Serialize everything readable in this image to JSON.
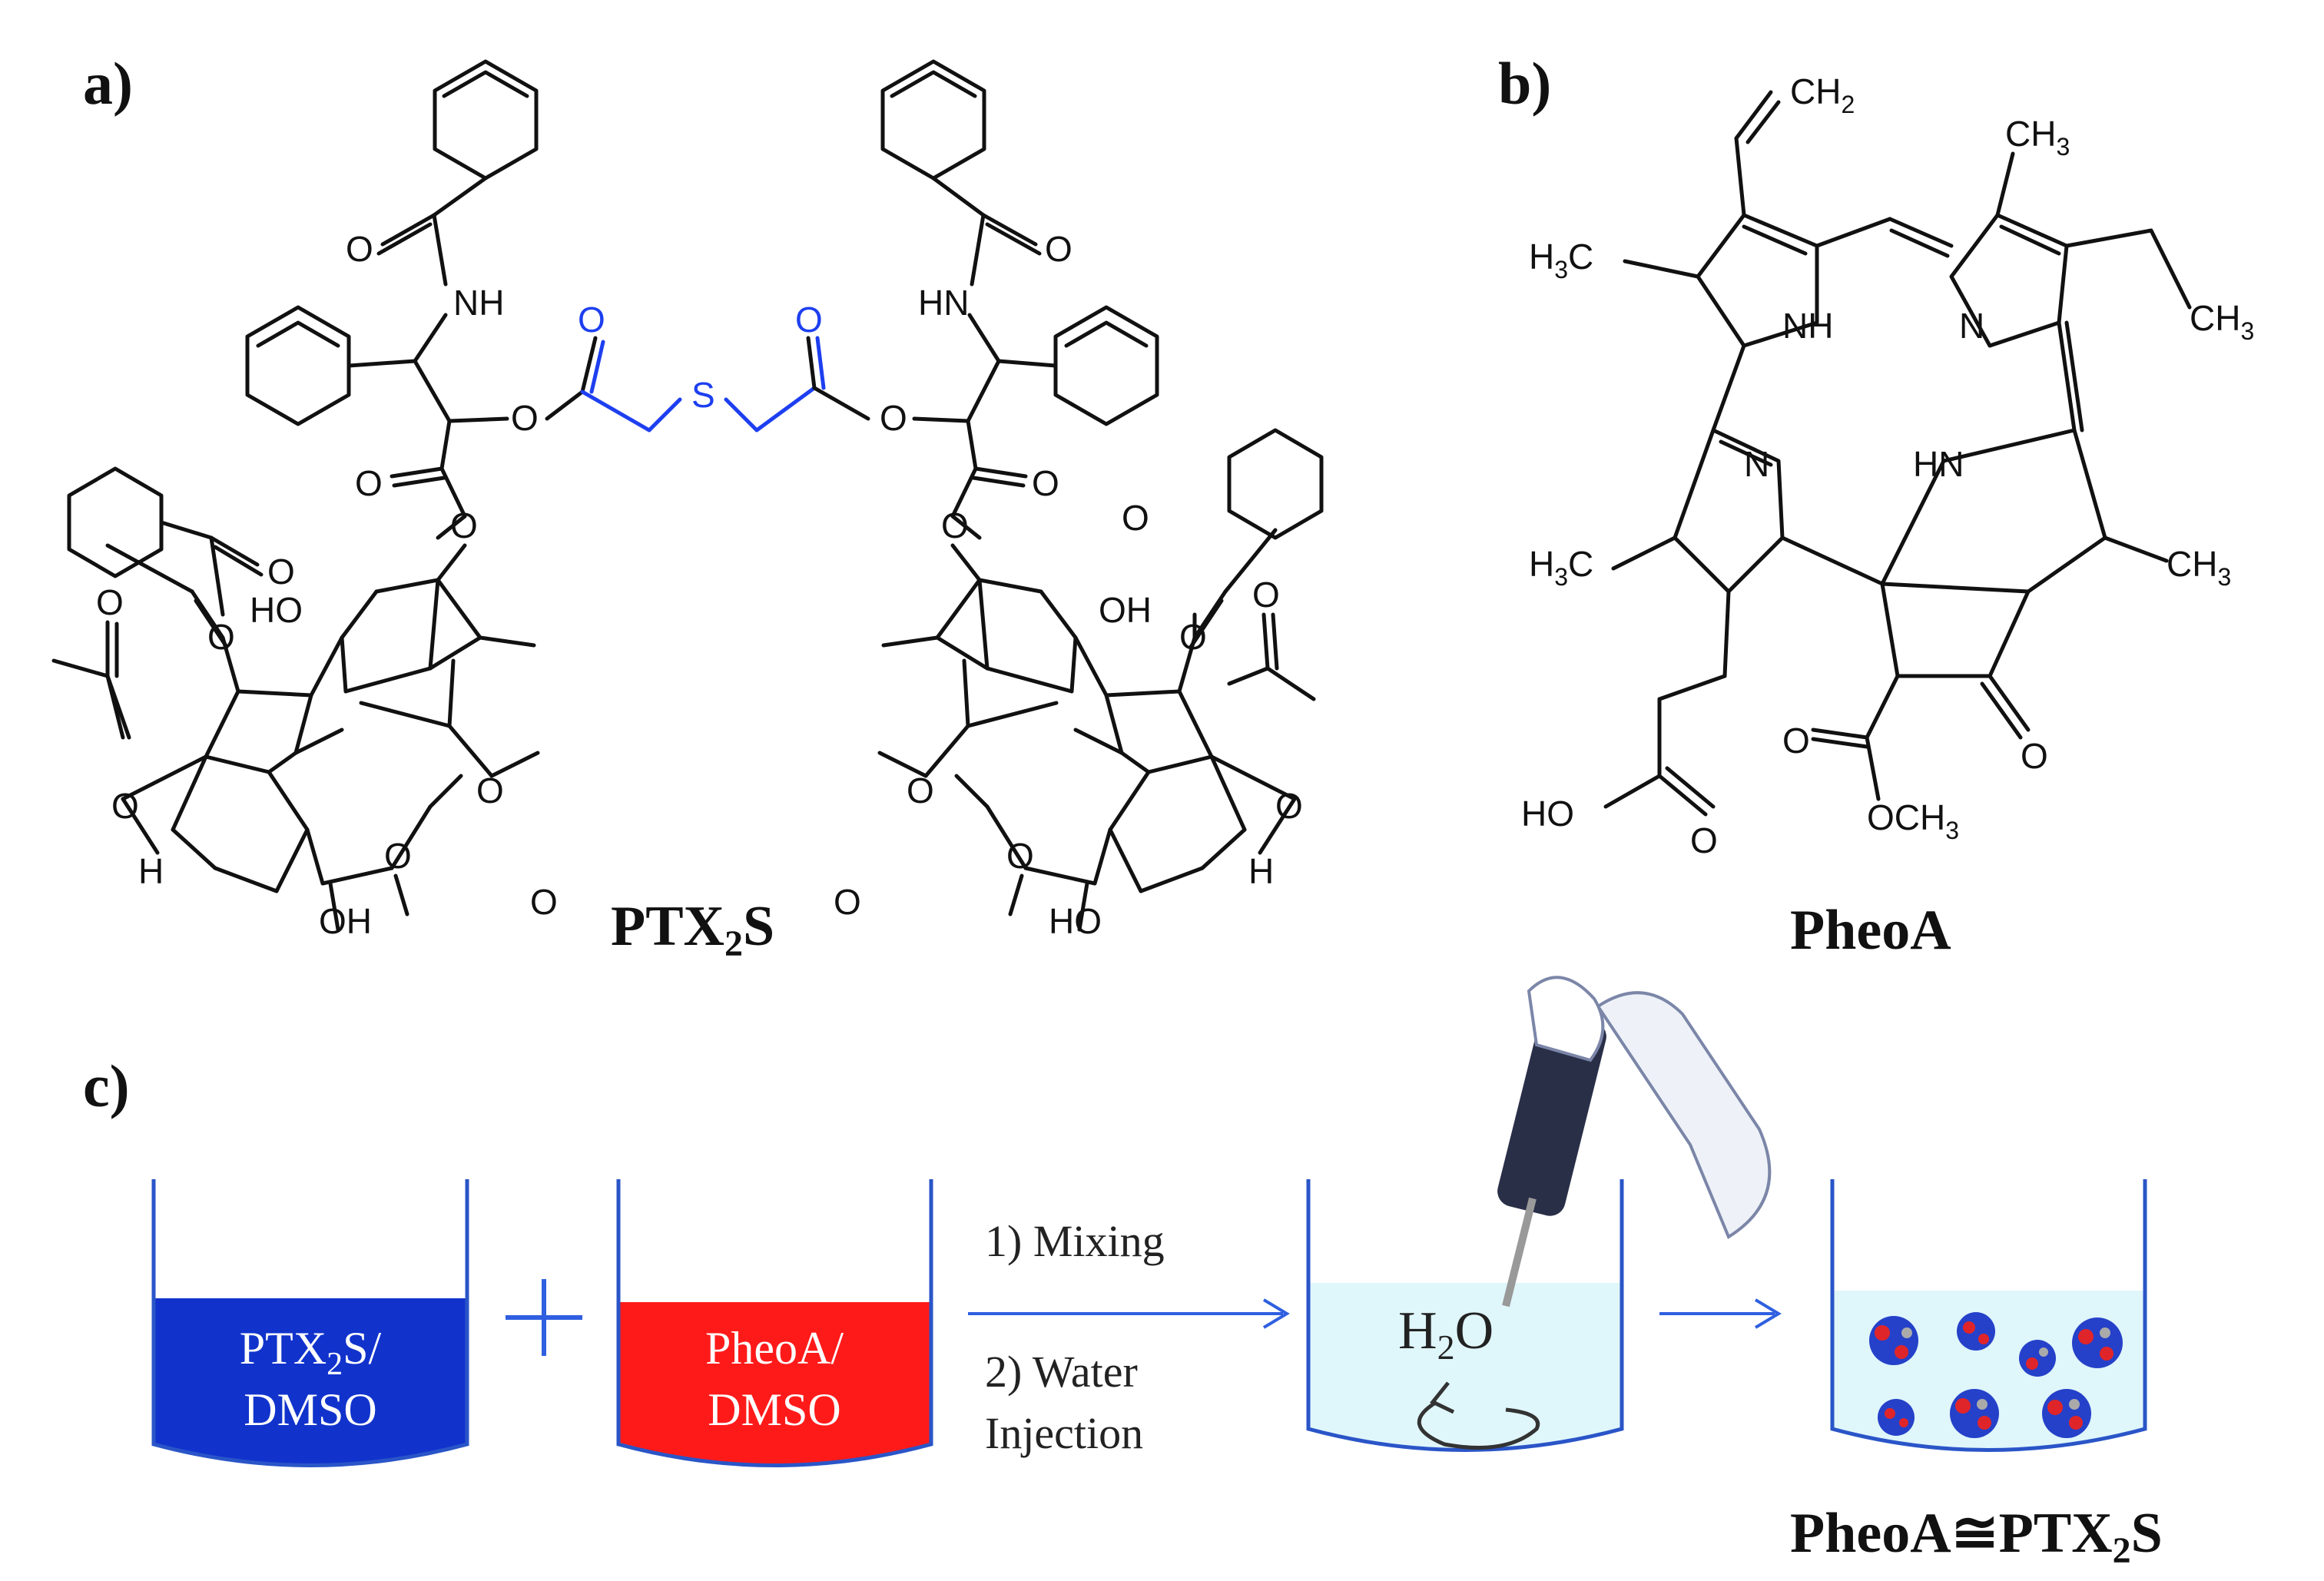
{
  "panels": {
    "a": "a)",
    "b": "b)",
    "c": "c)"
  },
  "molecule_a": {
    "name_main": "PTX",
    "name_sub": "2",
    "name_end": "S",
    "linker_atoms": [
      "O",
      "S",
      "O"
    ],
    "atom_labels": [
      "NH",
      "HN",
      "O",
      "O",
      "O",
      "O",
      "O",
      "O",
      "HO",
      "OH",
      "OH",
      "HO",
      "H",
      "H",
      "O",
      "O",
      "O",
      "O",
      "O",
      "O",
      "O",
      "O",
      "O",
      "O",
      "O",
      "O",
      "O",
      "O",
      "O",
      "O"
    ]
  },
  "molecule_b": {
    "name": "PheoA",
    "atom_labels": {
      "vinyl": "CH",
      "vinyl_sub": "2",
      "methyl_tr": "CH",
      "methyl_tr_sub": "3",
      "methyl_l": "H",
      "methyl_l_sub": "3",
      "methyl_l_end": "C",
      "ethyl": "CH",
      "ethyl_sub": "3",
      "nh1": "NH",
      "n1": "N",
      "n2": "N",
      "hn": "HN",
      "methyl_l2": "H",
      "methyl_l2_sub": "3",
      "methyl_l2_end": "C",
      "methyl_r2": "CH",
      "methyl_r2_sub": "3",
      "ho": "HO",
      "o_acid": "O",
      "o_ester": "O",
      "och3": "OCH",
      "och3_sub": "3",
      "o_keto": "O"
    }
  },
  "process": {
    "beaker1": {
      "line1_main": "PTX",
      "line1_sub": "2",
      "line1_end": "S/",
      "line2": "DMSO",
      "color": "#1133cc"
    },
    "beaker2": {
      "line1": "PheoA/",
      "line2": "DMSO",
      "color": "#ff1a1a"
    },
    "plus": "+",
    "step1": "1)   Mixing",
    "step2a": "2) Water",
    "step2b": "Injection",
    "beaker3": {
      "label_main": "H",
      "label_sub": "2",
      "label_end": "O",
      "color": "#dff6fb"
    },
    "product": {
      "name_main": "PheoA≅PTX",
      "name_sub": "2",
      "name_end": "S"
    }
  },
  "colors": {
    "accent_blue": "#1d3ff0",
    "arrow_blue": "#2f5fe0",
    "beaker_outline": "#2a55c8"
  }
}
